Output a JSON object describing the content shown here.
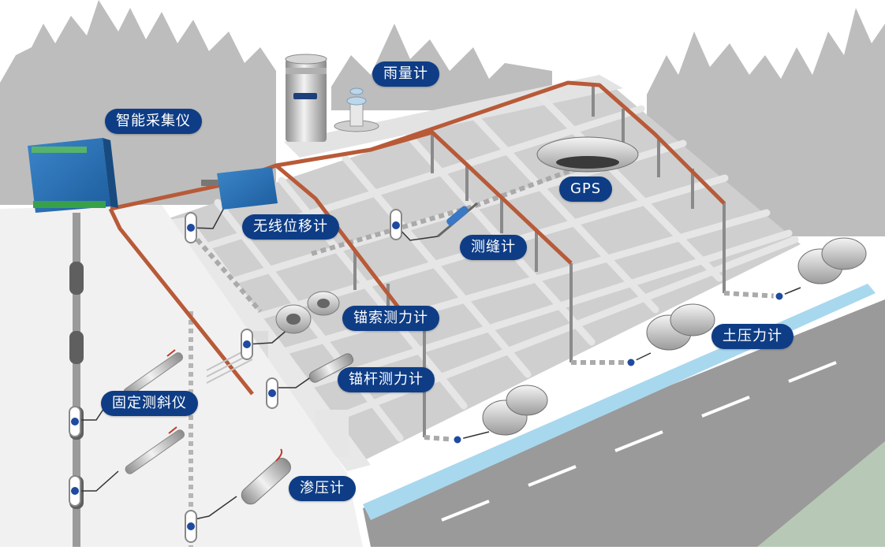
{
  "colors": {
    "label_bg": "#0e3d86",
    "label_text": "#ffffff",
    "cable": "#b85a38",
    "drain": "#a8d8ee",
    "ground": "#9a9a9a",
    "sensor_dot": "#1e4aa0"
  },
  "labels": {
    "rain_gauge": "雨量计",
    "data_logger": "智能采集仪",
    "gps": "GPS",
    "wireless_displacement": "无线位移计",
    "crack_meter": "测缝计",
    "anchor_cable_dynamometer": "锚索测力计",
    "anchor_rod_dynamometer": "锚杆测力计",
    "earth_pressure_cell": "土压力计",
    "fixed_inclinometer": "固定测斜仪",
    "piezometer": "渗压计"
  },
  "icons": [
    "tree-silhouette-icon",
    "rain-gauge-icon",
    "data-logger-icon",
    "gps-antenna-icon",
    "wireless-displacement-icon",
    "crack-meter-icon",
    "anchor-cable-dynamometer-icon",
    "anchor-rod-dynamometer-icon",
    "earth-pressure-cell-icon",
    "fixed-inclinometer-icon",
    "piezometer-icon",
    "sensor-node-icon"
  ]
}
